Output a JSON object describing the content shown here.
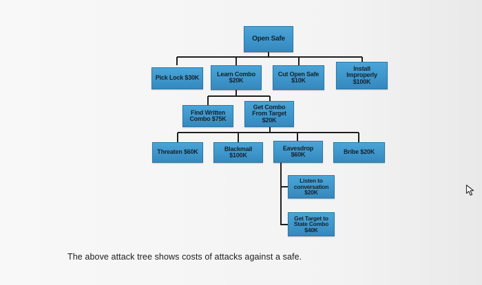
{
  "diagram": {
    "type": "attack-tree",
    "nodes": {
      "open_safe": "Open Safe",
      "pick_lock": "Pick Lock $30K",
      "learn_combo": "Learn Combo\n$20K",
      "cut_open_safe": "Cut Open Safe\n$10K",
      "install_improperly": "Install\nImproperly\n$100K",
      "find_written_combo": "Find Written\nCombo $75K",
      "get_combo_from_target": "Get Combo\nFrom Target\n$20K",
      "threaten": "Threaten $60K",
      "blackmail": "Blackmail\n$100K",
      "eavesdrop": "Eavesdrop\n$60K",
      "bribe": "Bribe $20K",
      "listen_to_conversation": "Listen to\nconversation\n$20K",
      "get_target_to_state_combo": "Get Target to\nState Combo\n$40K"
    },
    "edges": [
      [
        "open_safe",
        "pick_lock"
      ],
      [
        "open_safe",
        "learn_combo"
      ],
      [
        "open_safe",
        "cut_open_safe"
      ],
      [
        "open_safe",
        "install_improperly"
      ],
      [
        "learn_combo",
        "find_written_combo"
      ],
      [
        "learn_combo",
        "get_combo_from_target"
      ],
      [
        "get_combo_from_target",
        "threaten"
      ],
      [
        "get_combo_from_target",
        "blackmail"
      ],
      [
        "get_combo_from_target",
        "eavesdrop"
      ],
      [
        "get_combo_from_target",
        "bribe"
      ],
      [
        "eavesdrop",
        "listen_to_conversation"
      ],
      [
        "eavesdrop",
        "get_target_to_state_combo"
      ]
    ]
  },
  "caption": "The above attack tree shows costs of attacks against a safe.",
  "colors": {
    "node_fill": "#4198cd",
    "node_border": "#2a78a6",
    "connector": "#1d1d1d",
    "page_background": "#f6f6f6"
  },
  "icons": {
    "cursor": "mouse-pointer-icon"
  }
}
